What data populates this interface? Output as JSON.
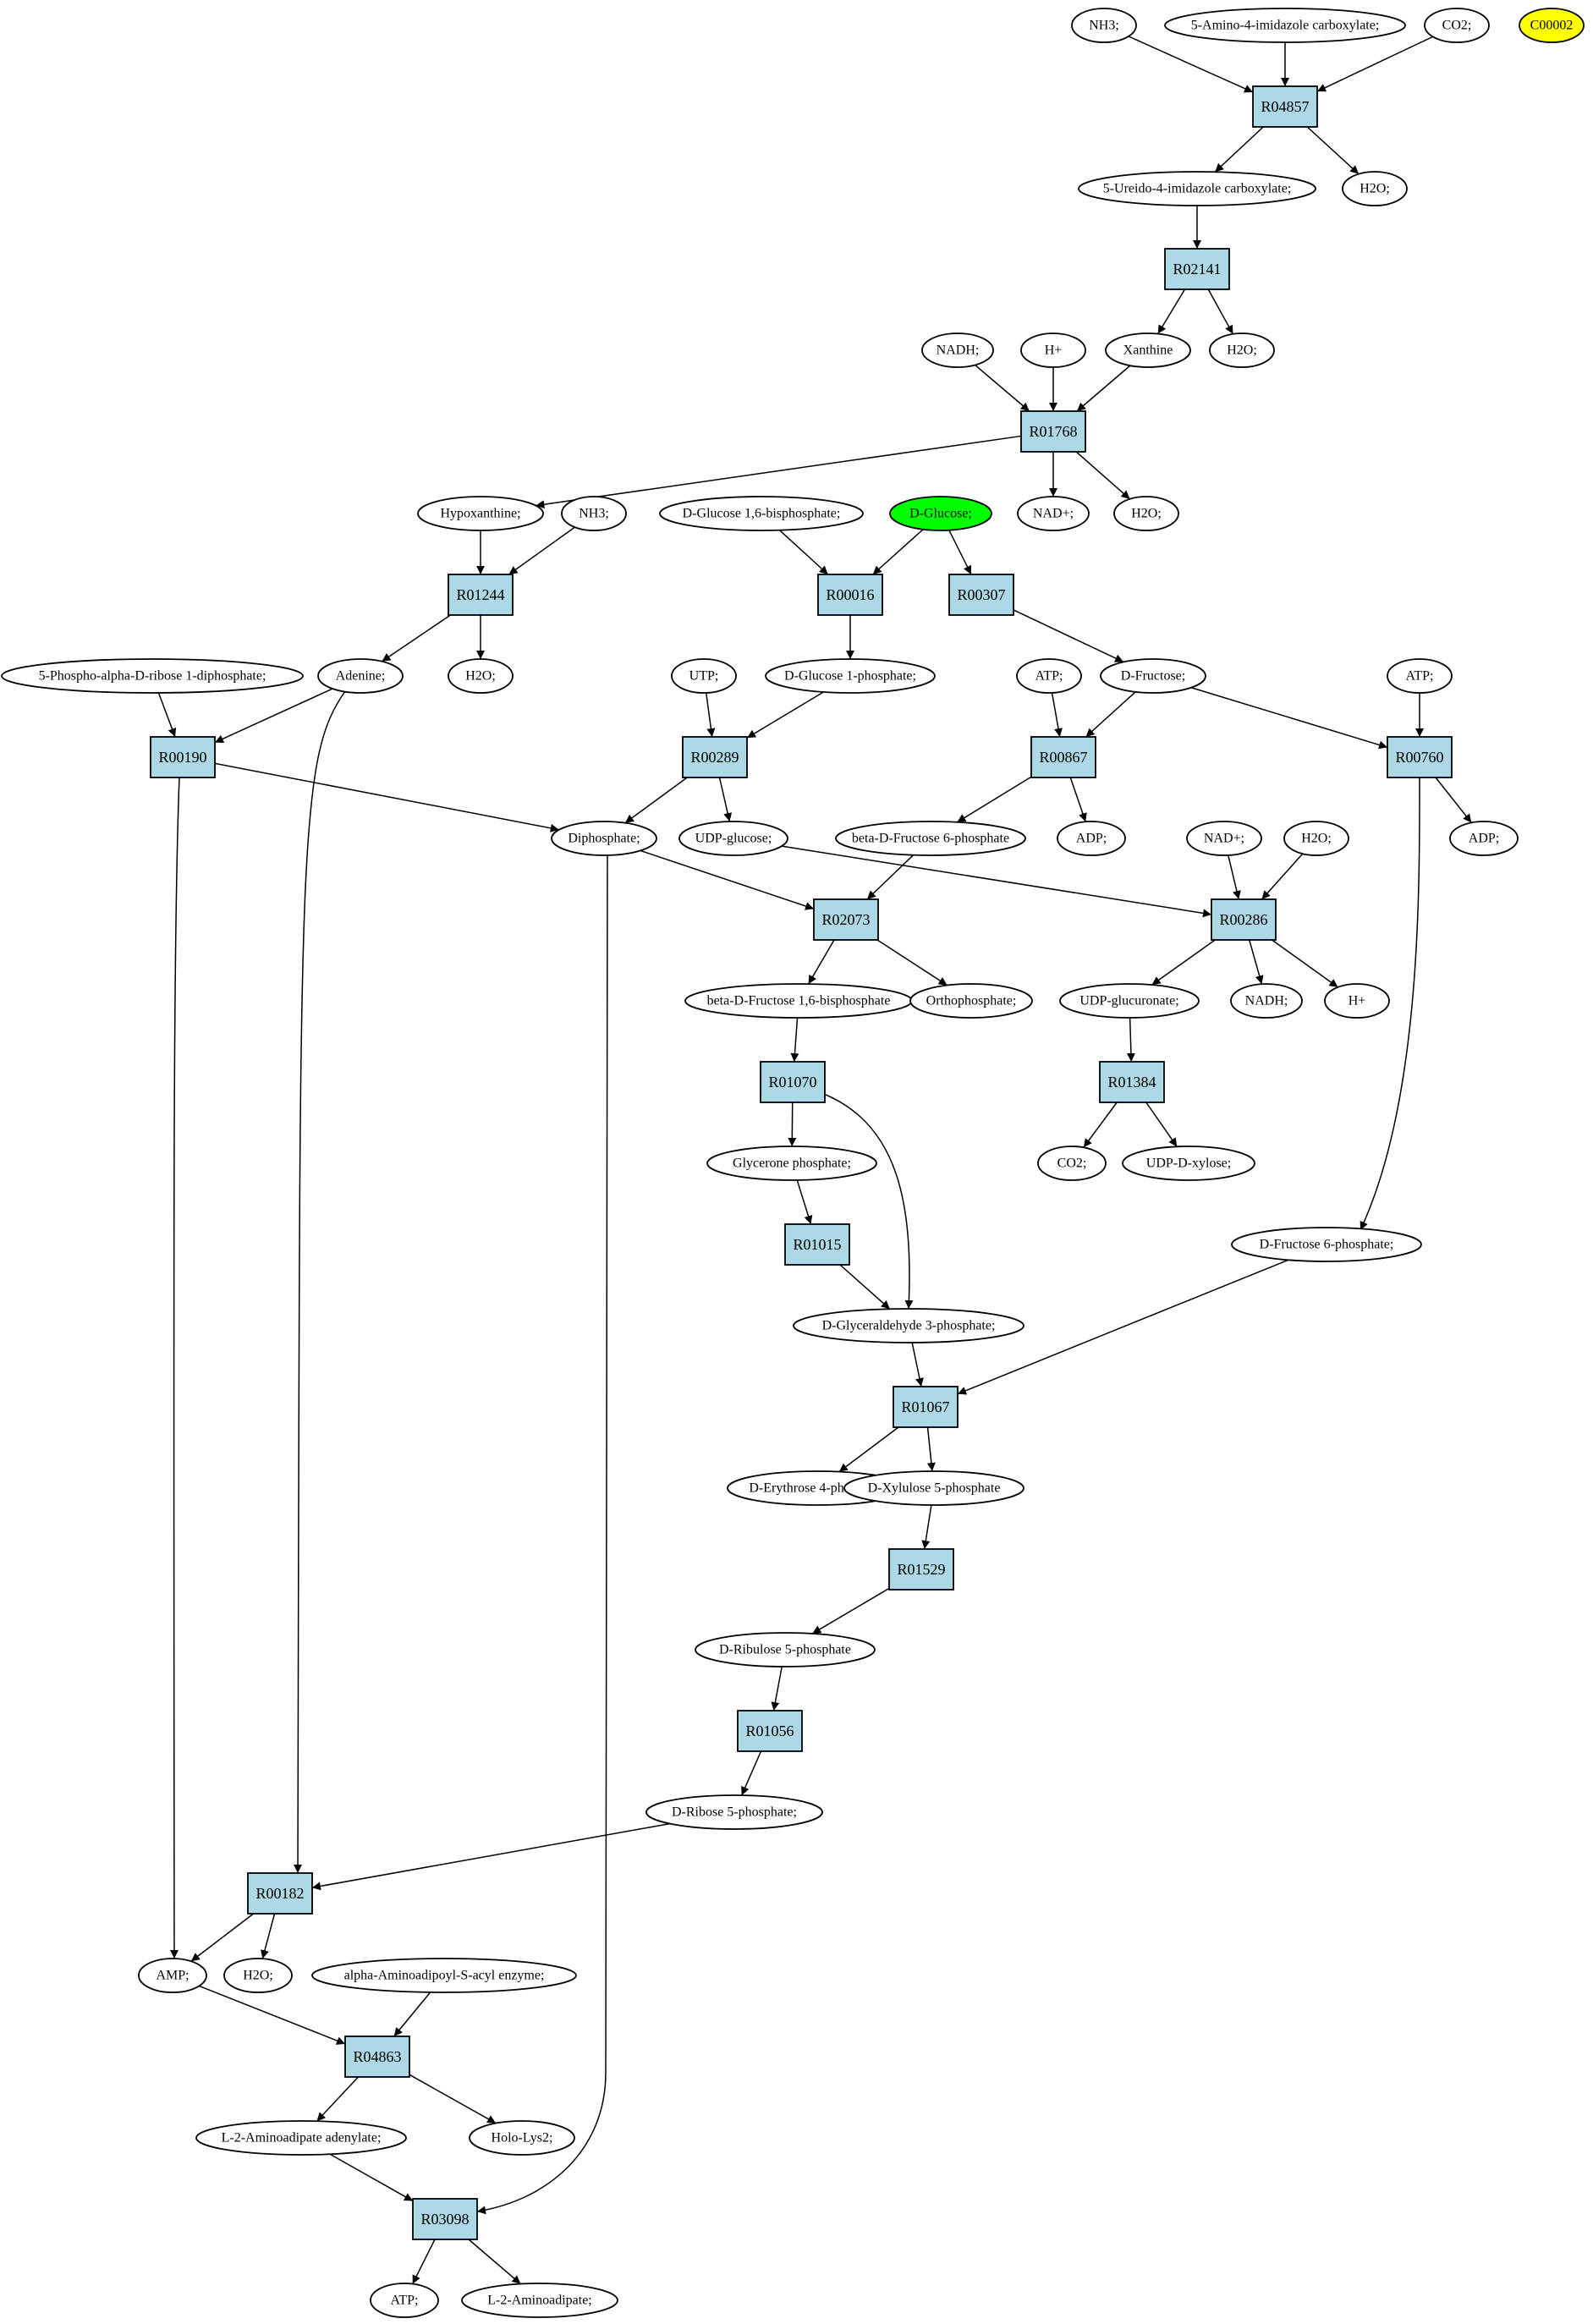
{
  "diagram": {
    "type": "metabolic-pathway-graph",
    "highlight_colors": {
      "start_compound": "#00ff00",
      "legend_compound": "#ffff00",
      "reaction": "#add8e6"
    },
    "compounds": [
      {
        "id": "c_nh3_1",
        "label": "NH3;"
      },
      {
        "id": "c_aica",
        "label": "5-Amino-4-imidazole carboxylate;"
      },
      {
        "id": "c_co2_1",
        "label": "CO2;"
      },
      {
        "id": "c_c00002",
        "label": "C00002",
        "color": "#ffff00"
      },
      {
        "id": "c_ureido",
        "label": "5-Ureido-4-imidazole carboxylate;"
      },
      {
        "id": "c_h2o_1",
        "label": "H2O;"
      },
      {
        "id": "c_xanthine",
        "label": "Xanthine"
      },
      {
        "id": "c_h2o_2",
        "label": "H2O;"
      },
      {
        "id": "c_nadh_1",
        "label": "NADH;"
      },
      {
        "id": "c_hplus_1",
        "label": "H+"
      },
      {
        "id": "c_nadplus_1",
        "label": "NAD+;"
      },
      {
        "id": "c_h2o_3",
        "label": "H2O;"
      },
      {
        "id": "c_hypoxanthine",
        "label": "Hypoxanthine;"
      },
      {
        "id": "c_nh3_2",
        "label": "NH3;"
      },
      {
        "id": "c_g16bp",
        "label": "D-Glucose 1,6-bisphosphate;"
      },
      {
        "id": "c_dglucose",
        "label": "D-Glucose;",
        "color": "#00ff00"
      },
      {
        "id": "c_prpp",
        "label": "5-Phospho-alpha-D-ribose 1-diphosphate;"
      },
      {
        "id": "c_adenine",
        "label": "Adenine;"
      },
      {
        "id": "c_h2o_4",
        "label": "H2O;"
      },
      {
        "id": "c_utp",
        "label": "UTP;"
      },
      {
        "id": "c_g1p",
        "label": "D-Glucose 1-phosphate;"
      },
      {
        "id": "c_atp_1",
        "label": "ATP;"
      },
      {
        "id": "c_dfructose",
        "label": "D-Fructose;"
      },
      {
        "id": "c_atp_2",
        "label": "ATP;"
      },
      {
        "id": "c_diphosphate",
        "label": "Diphosphate;"
      },
      {
        "id": "c_udpglucose",
        "label": "UDP-glucose;"
      },
      {
        "id": "c_bf6p",
        "label": "beta-D-Fructose 6-phosphate"
      },
      {
        "id": "c_adp_1",
        "label": "ADP;"
      },
      {
        "id": "c_nadplus_2",
        "label": "NAD+;"
      },
      {
        "id": "c_h2o_5",
        "label": "H2O;"
      },
      {
        "id": "c_adp_2",
        "label": "ADP;"
      },
      {
        "id": "c_bf16bp",
        "label": "beta-D-Fructose 1,6-bisphosphate"
      },
      {
        "id": "c_orthophosphate",
        "label": "Orthophosphate;"
      },
      {
        "id": "c_udpglucuronate",
        "label": "UDP-glucuronate;"
      },
      {
        "id": "c_nadh_2",
        "label": "NADH;"
      },
      {
        "id": "c_hplus_2",
        "label": "H+"
      },
      {
        "id": "c_dhap",
        "label": "Glycerone phosphate;"
      },
      {
        "id": "c_co2_2",
        "label": "CO2;"
      },
      {
        "id": "c_udpxylose",
        "label": "UDP-D-xylose;"
      },
      {
        "id": "c_f6p",
        "label": "D-Fructose 6-phosphate;"
      },
      {
        "id": "c_g3p",
        "label": "D-Glyceraldehyde 3-phosphate;"
      },
      {
        "id": "c_e4p",
        "label": "D-Erythrose 4-phosphate"
      },
      {
        "id": "c_x5p",
        "label": "D-Xylulose 5-phosphate"
      },
      {
        "id": "c_ru5p",
        "label": "D-Ribulose 5-phosphate"
      },
      {
        "id": "c_r5p",
        "label": "D-Ribose 5-phosphate;"
      },
      {
        "id": "c_amp",
        "label": "AMP;"
      },
      {
        "id": "c_h2o_6",
        "label": "H2O;"
      },
      {
        "id": "c_aaacyl",
        "label": "alpha-Aminoadipoyl-S-acyl enzyme;"
      },
      {
        "id": "c_l2aaadenylate",
        "label": "L-2-Aminoadipate adenylate;"
      },
      {
        "id": "c_hololys2",
        "label": "Holo-Lys2;"
      },
      {
        "id": "c_atp_3",
        "label": "ATP;"
      },
      {
        "id": "c_l2aa",
        "label": "L-2-Aminoadipate;"
      }
    ],
    "reactions": [
      {
        "id": "r_r04857",
        "label": "R04857"
      },
      {
        "id": "r_r02141",
        "label": "R02141"
      },
      {
        "id": "r_r01768",
        "label": "R01768"
      },
      {
        "id": "r_r01244",
        "label": "R01244"
      },
      {
        "id": "r_r00016",
        "label": "R00016"
      },
      {
        "id": "r_r00307",
        "label": "R00307"
      },
      {
        "id": "r_r00190",
        "label": "R00190"
      },
      {
        "id": "r_r00289",
        "label": "R00289"
      },
      {
        "id": "r_r00867",
        "label": "R00867"
      },
      {
        "id": "r_r00760",
        "label": "R00760"
      },
      {
        "id": "r_r02073",
        "label": "R02073"
      },
      {
        "id": "r_r00286",
        "label": "R00286"
      },
      {
        "id": "r_r01070",
        "label": "R01070"
      },
      {
        "id": "r_r01384",
        "label": "R01384"
      },
      {
        "id": "r_r01015",
        "label": "R01015"
      },
      {
        "id": "r_r01067",
        "label": "R01067"
      },
      {
        "id": "r_r01529",
        "label": "R01529"
      },
      {
        "id": "r_r01056",
        "label": "R01056"
      },
      {
        "id": "r_r00182",
        "label": "R00182"
      },
      {
        "id": "r_r04863",
        "label": "R04863"
      },
      {
        "id": "r_r03098",
        "label": "R03098"
      }
    ]
  }
}
